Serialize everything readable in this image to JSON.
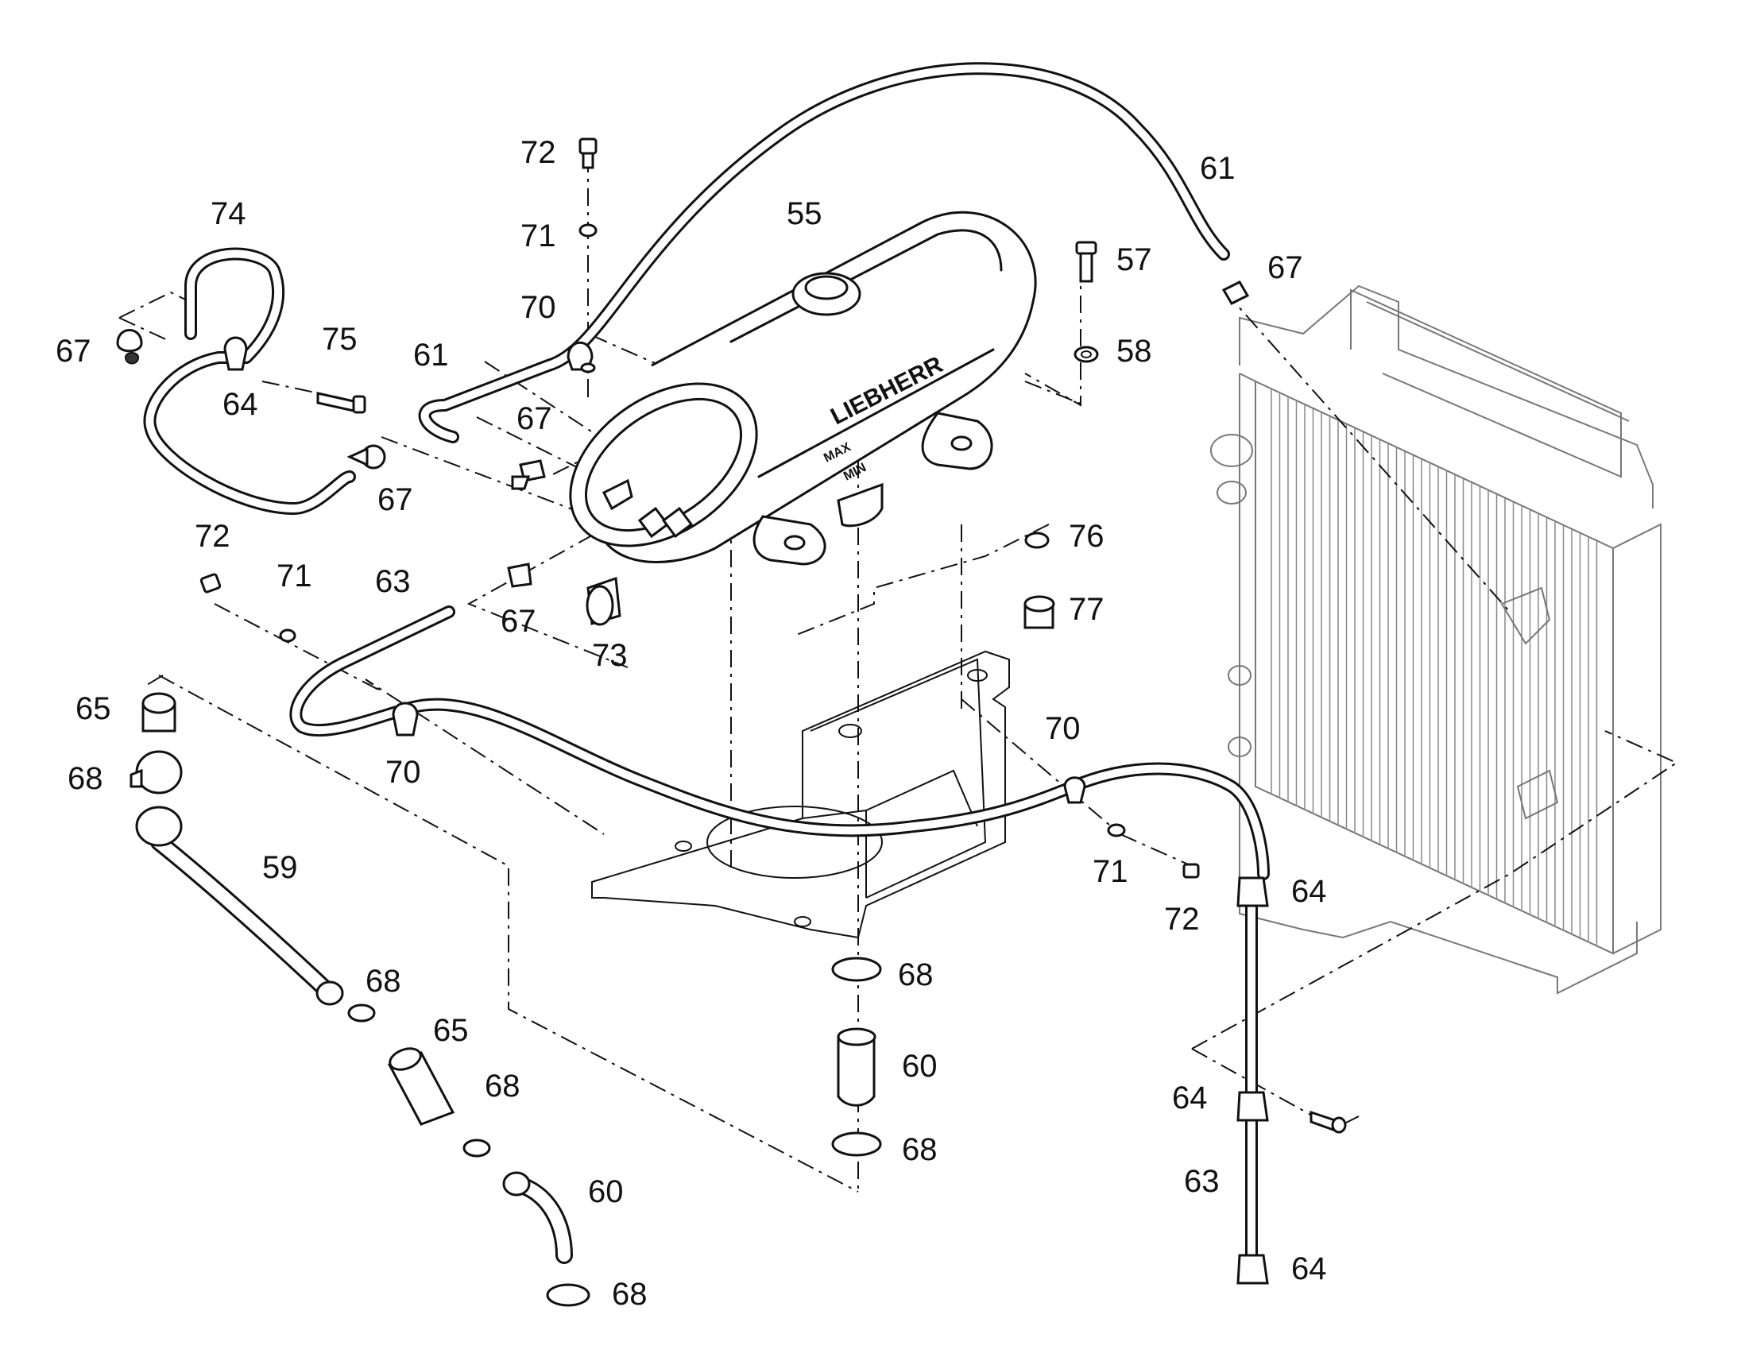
{
  "diagram": {
    "brand": "LIEBHERR",
    "tank_marks": [
      "MAX",
      "MIN"
    ],
    "part_labels": [
      {
        "id": "lbl-74",
        "text": "74"
      },
      {
        "id": "lbl-72-top",
        "text": "72"
      },
      {
        "id": "lbl-71-top",
        "text": "71"
      },
      {
        "id": "lbl-70-top",
        "text": "70"
      },
      {
        "id": "lbl-55",
        "text": "55"
      },
      {
        "id": "lbl-61-right",
        "text": "61"
      },
      {
        "id": "lbl-57",
        "text": "57"
      },
      {
        "id": "lbl-58",
        "text": "58"
      },
      {
        "id": "lbl-67-ur",
        "text": "67"
      },
      {
        "id": "lbl-67-left",
        "text": "67"
      },
      {
        "id": "lbl-75",
        "text": "75"
      },
      {
        "id": "lbl-61-left",
        "text": "61"
      },
      {
        "id": "lbl-64-left",
        "text": "64"
      },
      {
        "id": "lbl-67-mid",
        "text": "67"
      },
      {
        "id": "lbl-67-side",
        "text": "67"
      },
      {
        "id": "lbl-72-mid",
        "text": "72"
      },
      {
        "id": "lbl-71-mid",
        "text": "71"
      },
      {
        "id": "lbl-63-mid",
        "text": "63"
      },
      {
        "id": "lbl-67-low",
        "text": "67"
      },
      {
        "id": "lbl-73",
        "text": "73"
      },
      {
        "id": "lbl-76",
        "text": "76"
      },
      {
        "id": "lbl-77",
        "text": "77"
      },
      {
        "id": "lbl-65-top",
        "text": "65"
      },
      {
        "id": "lbl-68-top",
        "text": "68"
      },
      {
        "id": "lbl-70-low",
        "text": "70"
      },
      {
        "id": "lbl-70-right",
        "text": "70"
      },
      {
        "id": "lbl-59",
        "text": "59"
      },
      {
        "id": "lbl-71-low",
        "text": "71"
      },
      {
        "id": "lbl-72-low",
        "text": "72"
      },
      {
        "id": "lbl-64-upper",
        "text": "64"
      },
      {
        "id": "lbl-68-mid",
        "text": "68"
      },
      {
        "id": "lbl-68-bracket",
        "text": "68"
      },
      {
        "id": "lbl-65-mid",
        "text": "65"
      },
      {
        "id": "lbl-60-mid",
        "text": "60"
      },
      {
        "id": "lbl-68-left2",
        "text": "68"
      },
      {
        "id": "lbl-64-midright",
        "text": "64"
      },
      {
        "id": "lbl-68-bottom-bracket",
        "text": "68"
      },
      {
        "id": "lbl-63-right",
        "text": "63"
      },
      {
        "id": "lbl-60-bottom",
        "text": "60"
      },
      {
        "id": "lbl-64-bottom",
        "text": "64"
      },
      {
        "id": "lbl-68-bottom",
        "text": "68"
      }
    ]
  }
}
